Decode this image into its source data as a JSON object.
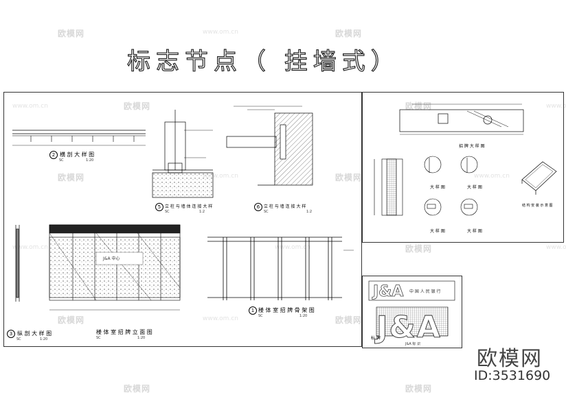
{
  "title": "标志节点（ 挂墙式）",
  "watermark": "欧模网",
  "watermark_url": "www.om.cn",
  "brand": {
    "name": "欧模网",
    "id": "ID:3531690"
  },
  "sign_text": "J&A",
  "views": {
    "v2": {
      "num": "2",
      "label": "横 剖 大 样 图",
      "scale": "1:20",
      "sc": "SC"
    },
    "v5": {
      "num": "5",
      "label": "立 柱 与 墙 体 连 接 大 样",
      "scale": "1:2",
      "sc": "SC"
    },
    "v6": {
      "num": "6",
      "label": "立 柱 与 墙 连 接 大 样",
      "scale": "1:2",
      "sc": "SC"
    },
    "v3": {
      "num": "3",
      "label": "纵 剖 大 样 图",
      "scale": "1:20",
      "sc": "SC"
    },
    "elev": {
      "label": "楼 体 室 招 牌 立 面 图",
      "scale": "1:20",
      "sc": "SC"
    },
    "v1": {
      "num": "1",
      "label": "楼 体 室 招 牌 骨 架 图",
      "scale": "1:20",
      "sc": "SC"
    },
    "d_top": {
      "label": "招 牌 大 样 图"
    },
    "d_a": {
      "label": "大 样 图"
    },
    "d_b": {
      "label": "大 样 图"
    },
    "d_c": {
      "label": "大 样 图"
    },
    "d_d": {
      "label": "大 样 图"
    },
    "d_box": {
      "label": "结 构 安 装 示 意 图"
    },
    "logo": {
      "label": "标 牌",
      "caption": "J&A 标 识",
      "center_text": "中 国 人 民 银 行"
    },
    "panel_text": "J&A 中心"
  }
}
